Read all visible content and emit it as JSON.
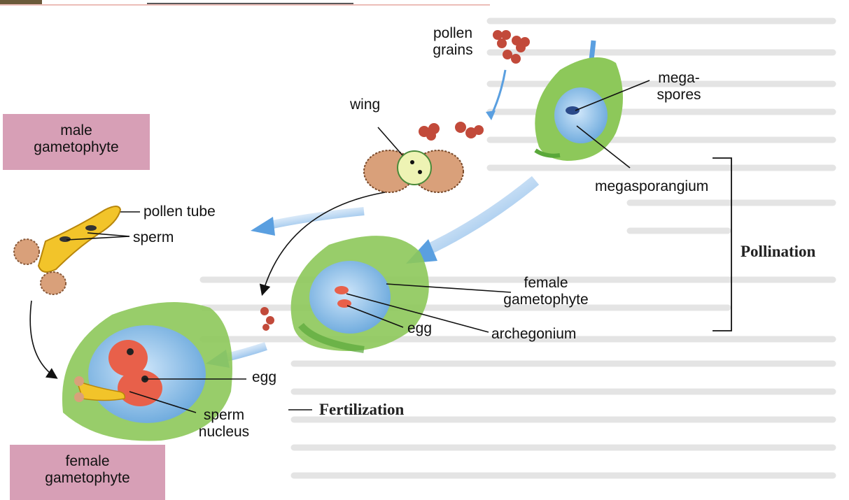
{
  "labels": {
    "pollen_grains": [
      "pollen",
      "grains"
    ],
    "megaspores": [
      "mega-",
      "spores"
    ],
    "wing": "wing",
    "megasporangium": "megasporangium",
    "male_gametophyte": [
      "male",
      "gametophyte"
    ],
    "pollen_tube": "pollen tube",
    "sperm": "sperm",
    "female_gametophyte_mid": [
      "female",
      "gametophyte"
    ],
    "egg_mid": "egg",
    "archegonium": "archegonium",
    "egg_bottom": "egg",
    "sperm_nucleus": [
      "sperm",
      "nucleus"
    ],
    "female_gametophyte_box": [
      "female",
      "gametophyte"
    ],
    "pollination": "Pollination",
    "fertilization": "Fertilization"
  },
  "colors": {
    "green_tissue": "#74b84a",
    "light_green": "#c9e3a0",
    "megasporangium_blue": "#7fb6e6",
    "egg_red": "#e8604a",
    "pollen_red": "#b84a3c",
    "pollen_tube_yellow": "#f2c42a",
    "arrow_blue": "#5a9fe0",
    "label_box_pink": "#d79fb6",
    "background_text_gray": "#e2e2e2"
  }
}
